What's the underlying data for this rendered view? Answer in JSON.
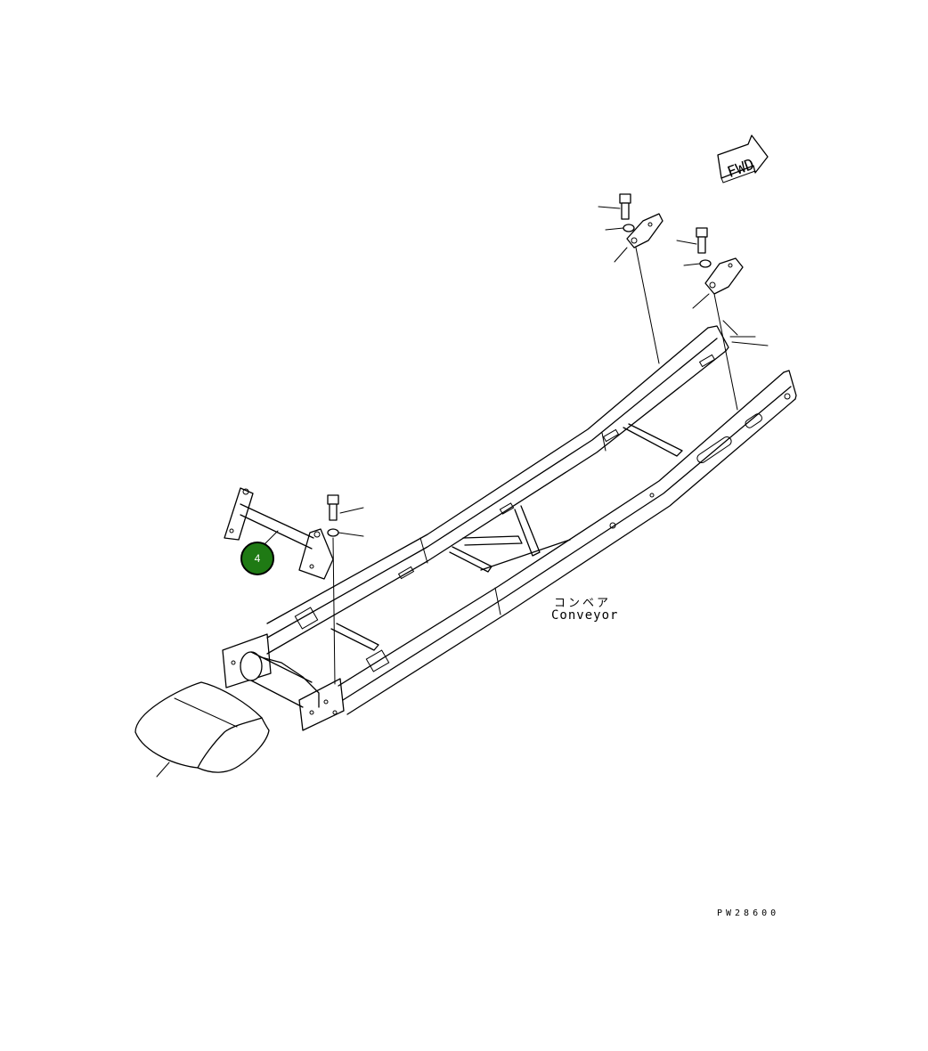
{
  "labels": {
    "component_jp": "コンベア",
    "component_en": "Conveyor",
    "direction": "FWD",
    "drawing_code": "PW28600"
  },
  "callouts": [
    {
      "number": "4",
      "color": "#1f7a14"
    }
  ]
}
